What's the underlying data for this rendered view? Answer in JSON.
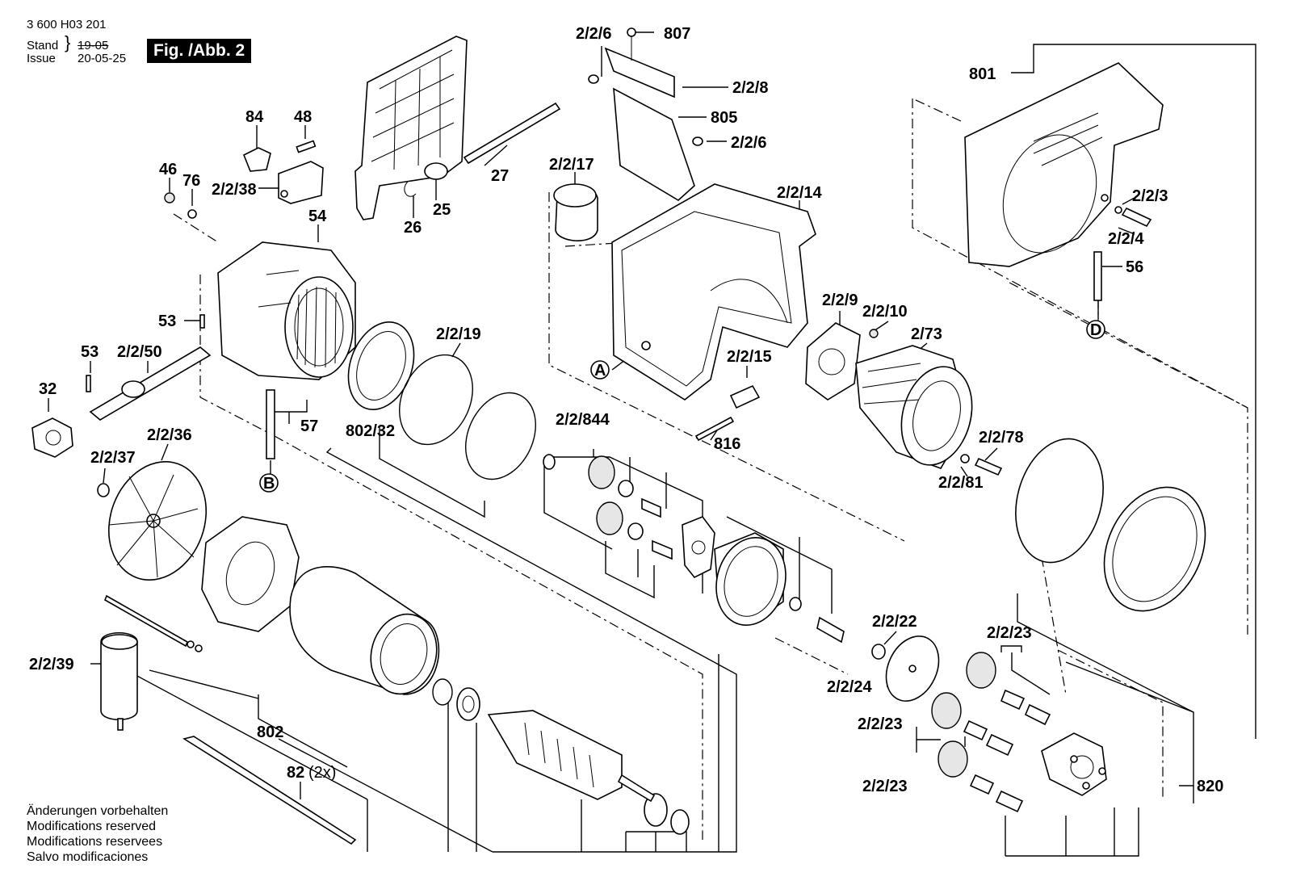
{
  "header": {
    "doc_number": "3 600 H03 201",
    "stand_label": "Stand",
    "issue_label": "Issue",
    "stand_value": "19-05",
    "issue_value": "20-05-25",
    "figure_label": "Fig. /Abb. 2"
  },
  "notes": [
    "Änderungen vorbehalten",
    "Modifications reserved",
    "Modifications reservees",
    "Salvo modificaciones"
  ],
  "part_labels": {
    "p2_2_6_top": "2/2/6",
    "p807": "807",
    "p2_2_8": "2/2/8",
    "p805": "805",
    "p2_2_6_mid": "2/2/6",
    "p801": "801",
    "p84": "84",
    "p48": "48",
    "p46": "46",
    "p76": "76",
    "p2_2_38": "2/2/38",
    "p54": "54",
    "p27": "27",
    "p25": "25",
    "p26": "26",
    "p2_2_17": "2/2/17",
    "p2_2_14": "2/2/14",
    "p2_2_3": "2/2/3",
    "p2_2_4": "2/2/4",
    "p56": "56",
    "pD": "D",
    "p53_a": "53",
    "p53_b": "53",
    "p2_2_50": "2/2/50",
    "p32": "32",
    "p2_2_19": "2/2/19",
    "p2_2_9": "2/2/9",
    "p2_2_10": "2/2/10",
    "p2_73": "2/73",
    "p2_2_15": "2/2/15",
    "pA": "A",
    "p57": "57",
    "p802_32": "802/32",
    "p2_2_844": "2/2/844",
    "p816": "816",
    "p2_2_78": "2/2/78",
    "p2_2_81": "2/2/81",
    "pB": "B",
    "p2_2_36": "2/2/36",
    "p2_2_37": "2/2/37",
    "p2_2_22": "2/2/22",
    "p2_2_23_a": "2/2/23",
    "p2_2_24": "2/2/24",
    "p2_2_23_b": "2/2/23",
    "p2_2_23_c": "2/2/23",
    "p2_2_39": "2/2/39",
    "p802": "802",
    "p82": "82",
    "p82_qty": "(2x)",
    "p820": "820"
  }
}
